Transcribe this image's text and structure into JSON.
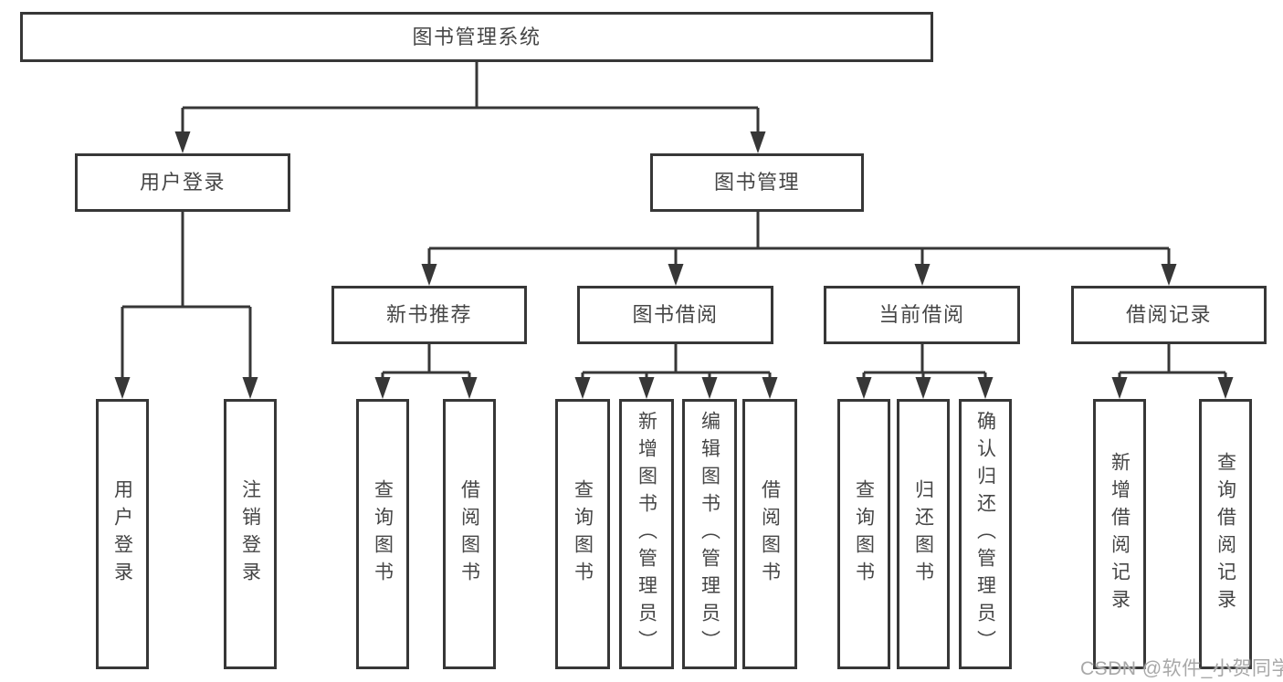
{
  "tree": {
    "root": {
      "label": "图书管理系统"
    },
    "branches": [
      {
        "label": "用户登录",
        "children": [
          {
            "label": "用户登录"
          },
          {
            "label": "注销登录"
          }
        ]
      },
      {
        "label": "图书管理",
        "children": [
          {
            "label": "新书推荐",
            "children": [
              {
                "label": "查询图书"
              },
              {
                "label": "借阅图书"
              }
            ]
          },
          {
            "label": "图书借阅",
            "children": [
              {
                "label": "查询图书"
              },
              {
                "label": "新增图书（管理员）"
              },
              {
                "label": "编辑图书（管理员）"
              },
              {
                "label": "借阅图书"
              }
            ]
          },
          {
            "label": "当前借阅",
            "children": [
              {
                "label": "查询图书"
              },
              {
                "label": "归还图书"
              },
              {
                "label": "确认归还（管理员）"
              }
            ]
          },
          {
            "label": "借阅记录",
            "children": [
              {
                "label": "新增借阅记录"
              },
              {
                "label": "查询借阅记录"
              }
            ]
          }
        ]
      }
    ]
  },
  "watermark": {
    "text": "CSDN @软件_小贺同学"
  },
  "colors": {
    "line": "#373737",
    "box_border": "#373737",
    "text": "#464646",
    "watermark": "#a8a8a8",
    "background": "#ffffff"
  }
}
